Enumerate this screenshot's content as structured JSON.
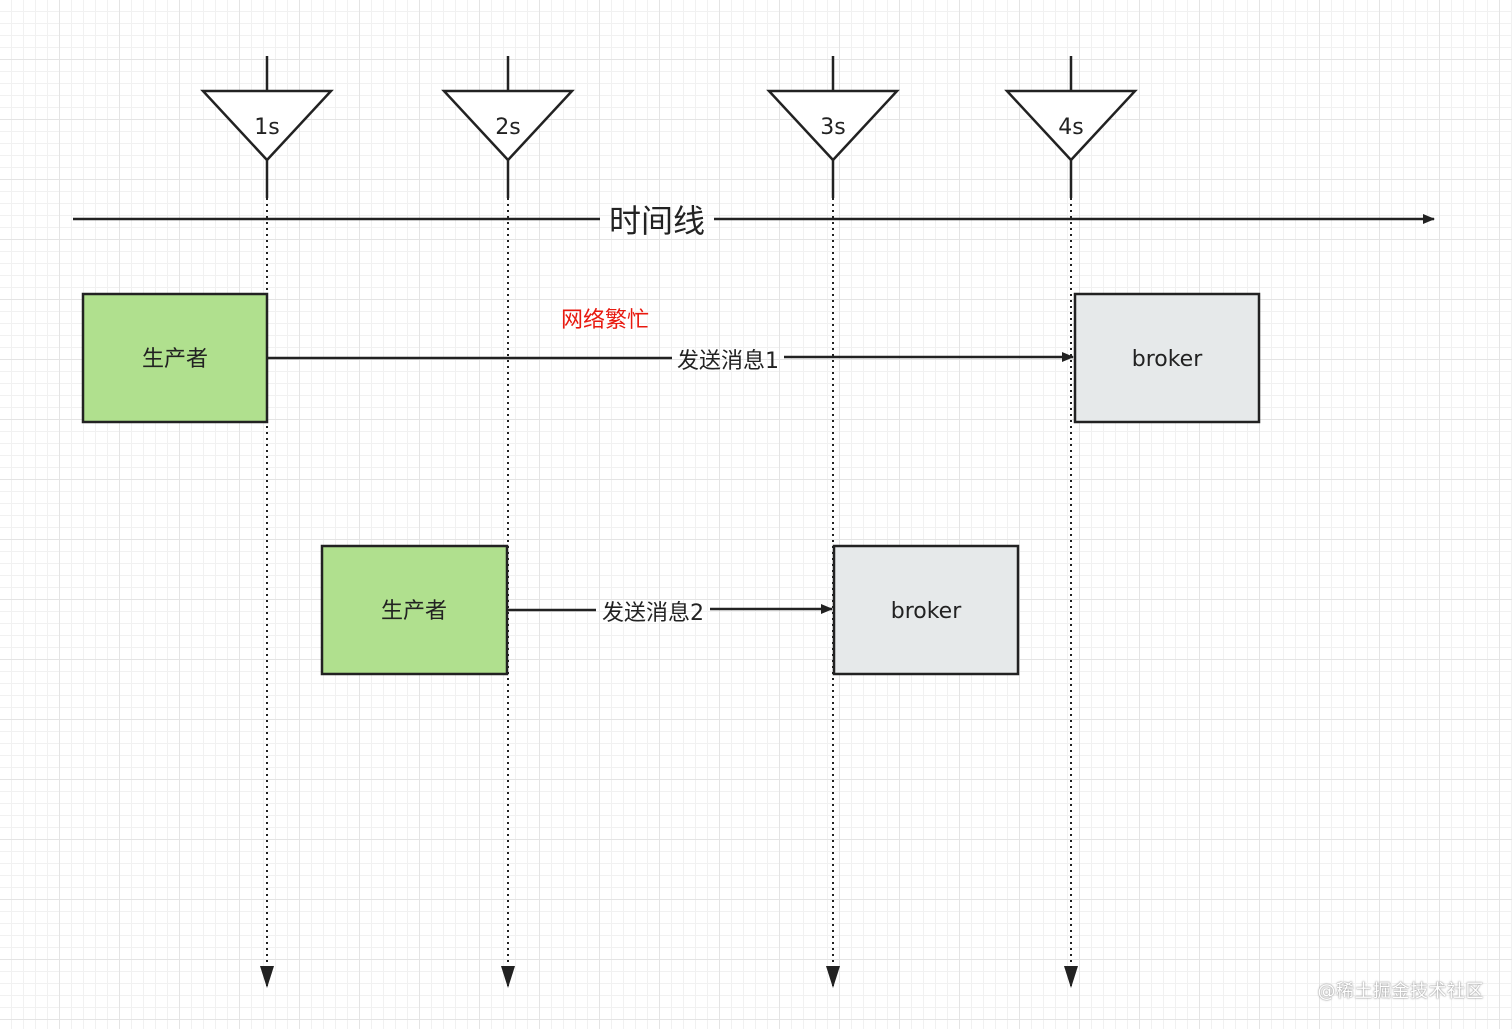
{
  "ticks": [
    {
      "id": "t1",
      "label": "1s"
    },
    {
      "id": "t2",
      "label": "2s"
    },
    {
      "id": "t3",
      "label": "3s"
    },
    {
      "id": "t4",
      "label": "4s"
    }
  ],
  "timeline": {
    "label": "时间线"
  },
  "boxes": {
    "producer_1": {
      "label": "生产者"
    },
    "broker_1": {
      "label": "broker"
    },
    "producer_2": {
      "label": "生产者"
    },
    "broker_2": {
      "label": "broker"
    }
  },
  "edges": {
    "message_1": {
      "label": "发送消息1"
    },
    "message_2": {
      "label": "发送消息2"
    }
  },
  "annotations": {
    "network_busy": {
      "label": "网络繁忙"
    }
  },
  "colors": {
    "producer_fill": "#b0e08e",
    "broker_fill": "#e6e9ea",
    "stroke": "#222222",
    "alert_text": "#e8190f"
  },
  "watermark": "@稀土掘金技术社区"
}
